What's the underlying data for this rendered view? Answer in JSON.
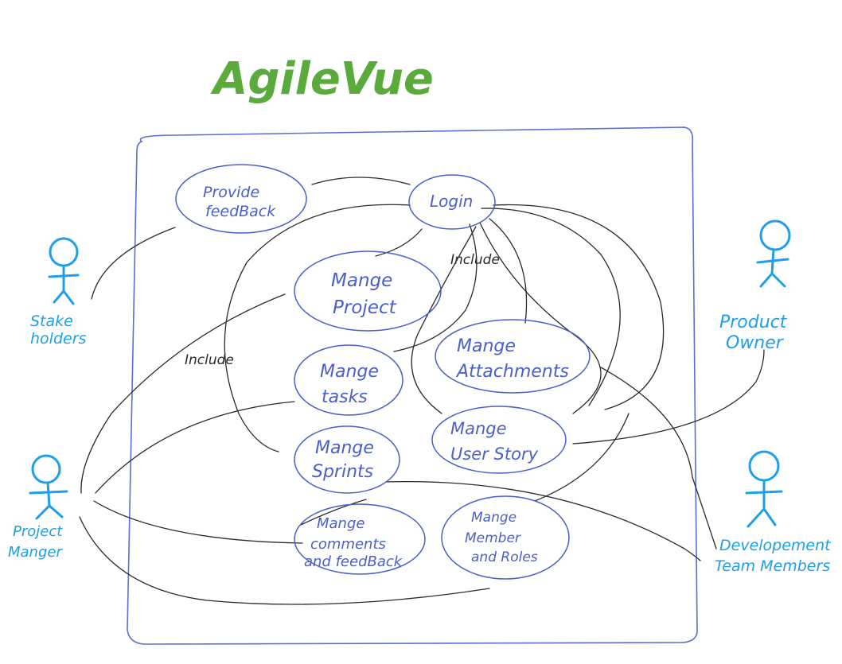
{
  "title": "AgileVue",
  "colors": {
    "title": "#5aab3c",
    "system": "#5b6fd0",
    "usecase": "#4a5fc8",
    "actor": "#1e9fe8",
    "line": "#2a2a2a",
    "include_text": "#2a2a2a"
  },
  "actors": {
    "stakeholders": {
      "line1": "Stake",
      "line2": "holders"
    },
    "product_owner": {
      "line1": "Product",
      "line2": "Owner"
    },
    "project_manager": {
      "line1": "Project",
      "line2": "Manger"
    },
    "dev_team": {
      "line1": "Developement",
      "line2": "Team Members"
    }
  },
  "usecases": {
    "provide_feedback": {
      "line1": "Provide",
      "line2": "feedBack"
    },
    "login": {
      "line1": "Login"
    },
    "manage_project": {
      "line1": "Mange",
      "line2": "Project"
    },
    "manage_attachments": {
      "line1": "Mange",
      "line2": "Attachments"
    },
    "manage_tasks": {
      "line1": "Mange",
      "line2": "tasks"
    },
    "manage_user_story": {
      "line1": "Mange",
      "line2": "User Story"
    },
    "manage_sprints": {
      "line1": "Mange",
      "line2": "Sprints"
    },
    "manage_comments": {
      "line1": "Mange",
      "line2": "comments",
      "line3": "and feedBack"
    },
    "manage_members": {
      "line1": "Mange",
      "line2": "Member",
      "line3": "and Roles"
    }
  },
  "labels": {
    "include_top": "Include",
    "include_left": "Include"
  }
}
